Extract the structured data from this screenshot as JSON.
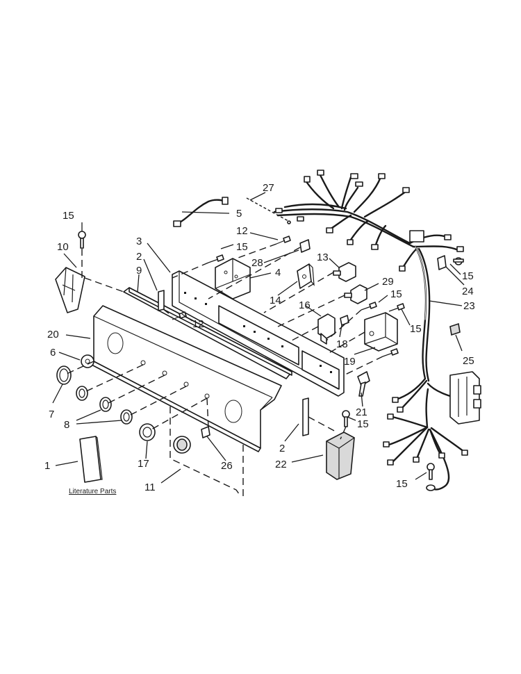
{
  "callouts": [
    {
      "id": "c15a",
      "text": "15"
    },
    {
      "id": "c10",
      "text": "10"
    },
    {
      "id": "c3",
      "text": "3"
    },
    {
      "id": "c2a",
      "text": "2"
    },
    {
      "id": "c9",
      "text": "9"
    },
    {
      "id": "c27",
      "text": "27"
    },
    {
      "id": "c5",
      "text": "5"
    },
    {
      "id": "c12a",
      "text": "12"
    },
    {
      "id": "c15b",
      "text": "15"
    },
    {
      "id": "c28",
      "text": "28"
    },
    {
      "id": "c4",
      "text": "4"
    },
    {
      "id": "c13",
      "text": "13"
    },
    {
      "id": "c29",
      "text": "29"
    },
    {
      "id": "c14",
      "text": "14"
    },
    {
      "id": "c16",
      "text": "16"
    },
    {
      "id": "c15c",
      "text": "15"
    },
    {
      "id": "c12b",
      "text": "12"
    },
    {
      "id": "c18",
      "text": "18"
    },
    {
      "id": "c15d",
      "text": "15"
    },
    {
      "id": "c20",
      "text": "20"
    },
    {
      "id": "c6",
      "text": "6"
    },
    {
      "id": "c19",
      "text": "19"
    },
    {
      "id": "c15e",
      "text": "15"
    },
    {
      "id": "c24",
      "text": "24"
    },
    {
      "id": "c23",
      "text": "23"
    },
    {
      "id": "c25",
      "text": "25"
    },
    {
      "id": "c7",
      "text": "7"
    },
    {
      "id": "c8",
      "text": "8"
    },
    {
      "id": "c21",
      "text": "21"
    },
    {
      "id": "c15f",
      "text": "15"
    },
    {
      "id": "c2b",
      "text": "2"
    },
    {
      "id": "c1",
      "text": "1"
    },
    {
      "id": "c17",
      "text": "17"
    },
    {
      "id": "c26",
      "text": "26"
    },
    {
      "id": "c22",
      "text": "22"
    },
    {
      "id": "c11",
      "text": "11"
    },
    {
      "id": "c15g",
      "text": "15"
    }
  ],
  "literature_label": "Literature Parts"
}
